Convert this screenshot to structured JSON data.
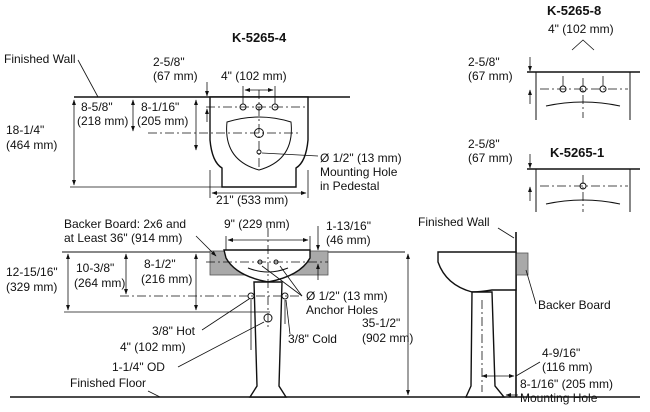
{
  "models": {
    "main": "K-5265-4",
    "eight": "K-5265-8",
    "single": "K-5265-1"
  },
  "top_view": {
    "finished_wall": "Finished Wall",
    "back_offset": "2-5/8\"",
    "back_offset_mm": "(67 mm)",
    "faucet_spread": "4\" (102 mm)",
    "depth_total": "18-1/4\"",
    "depth_total_mm": "(464 mm)",
    "depth_drain": "8-5/8\"",
    "depth_drain_mm": "(218 mm)",
    "depth_bowl": "8-1/16\"",
    "depth_bowl_mm": "(205 mm)",
    "width": "21\" (533 mm)",
    "mount_hole_1": "Ø 1/2\" (13 mm)",
    "mount_hole_2": "Mounting Hole",
    "mount_hole_3": "in Pedestal"
  },
  "k8_view": {
    "spread": "4\" (102 mm)",
    "offset": "2-5/8\"",
    "offset_mm": "(67 mm)"
  },
  "k1_view": {
    "offset": "2-5/8\"",
    "offset_mm": "(67 mm)"
  },
  "front_view": {
    "backer_1": "Backer Board: 2x6 and",
    "backer_2": "at Least 36\" (914 mm)",
    "width_9": "9\" (229 mm)",
    "rim_1": "1-13/16\"",
    "rim_1_mm": "(46 mm)",
    "h_12": "12-15/16\"",
    "h_12_mm": "(329 mm)",
    "h_10": "10-3/8\"",
    "h_10_mm": "(264 mm)",
    "h_8": "8-1/2\"",
    "h_8_mm": "(216 mm)",
    "anchor_1": "Ø 1/2\" (13 mm)",
    "anchor_2": "Anchor Holes",
    "hot": "3/8\" Hot",
    "hot_spread": "4\" (102 mm)",
    "cold": "3/8\" Cold",
    "od": "1-1/4\" OD",
    "floor": "Finished Floor",
    "height": "35-1/2\"",
    "height_mm": "(902 mm)"
  },
  "side_view": {
    "finished_wall": "Finished Wall",
    "backer": "Backer Board",
    "base_1": "4-9/16\"",
    "base_1_mm": "(116 mm)",
    "mount_1": "8-1/16\" (205 mm)",
    "mount_2": "Mounting Hole"
  }
}
